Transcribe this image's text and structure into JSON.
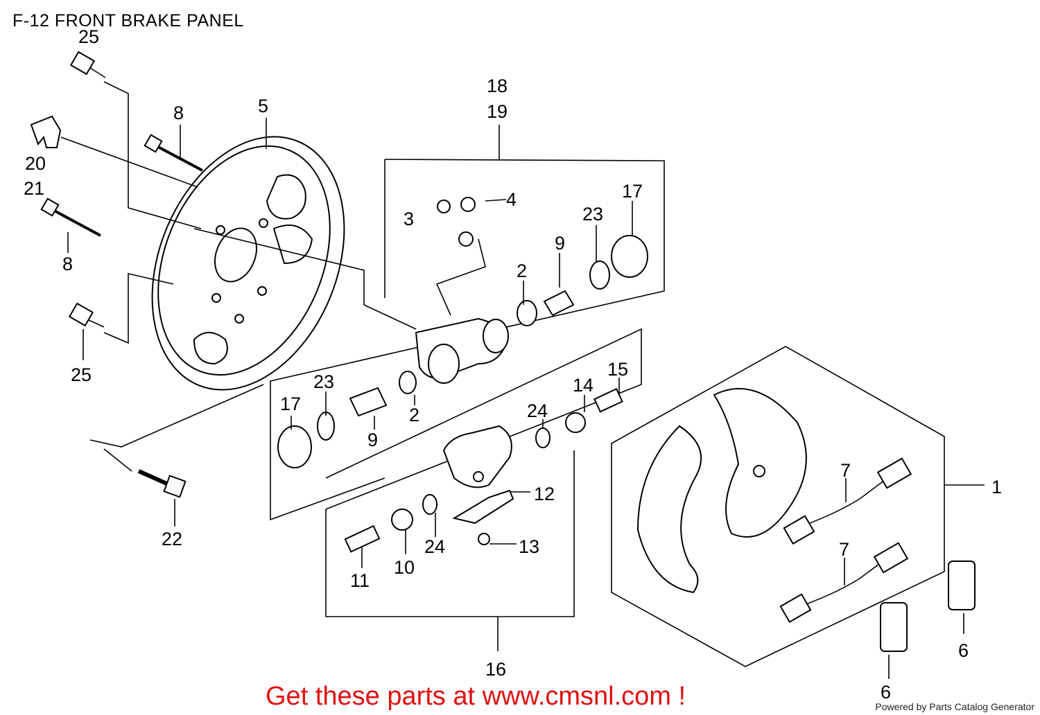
{
  "title": "F-12 FRONT BRAKE PANEL",
  "cta": "Get these parts at www.cmsnl.com !",
  "powered": "Powered by Parts Catalog Generator",
  "labels": {
    "l25a": "25",
    "l25b": "25",
    "l8a": "8",
    "l8b": "8",
    "l5": "5",
    "l20": "20",
    "l21": "21",
    "l18": "18",
    "l19": "19",
    "l4": "4",
    "l3": "3",
    "l17a": "17",
    "l23a": "23",
    "l9a": "9",
    "l2a": "2",
    "l17b": "17",
    "l23b": "23",
    "l9b": "9",
    "l2b": "2",
    "l14": "14",
    "l15": "15",
    "l24a": "24",
    "l12": "12",
    "l13": "13",
    "l24b": "24",
    "l10": "10",
    "l11": "11",
    "l22": "22",
    "l16": "16",
    "l1": "1",
    "l7a": "7",
    "l7b": "7",
    "l6a": "6",
    "l6b": "6"
  }
}
